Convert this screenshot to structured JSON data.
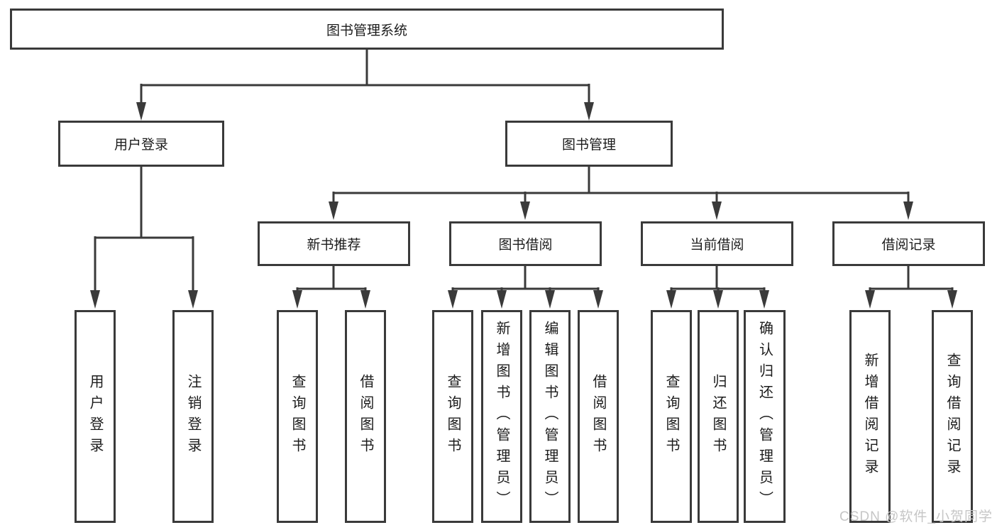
{
  "diagram": {
    "root": {
      "label": "图书管理系统"
    },
    "level2": [
      {
        "label": "用户登录"
      },
      {
        "label": "图书管理"
      }
    ],
    "level3": [
      {
        "label": "新书推荐"
      },
      {
        "label": "图书借阅"
      },
      {
        "label": "当前借阅"
      },
      {
        "label": "借阅记录"
      }
    ],
    "leaves": {
      "login": [
        "用户登录",
        "注销登录"
      ],
      "newbook": [
        "查询图书",
        "借阅图书"
      ],
      "borrow": [
        "查询图书",
        "新增图书（管理员）",
        "编辑图书（管理员）",
        "借阅图书"
      ],
      "current": [
        "查询图书",
        "归还图书",
        "确认归还（管理员）"
      ],
      "records": [
        "新增借阅记录",
        "查询借阅记录"
      ]
    }
  },
  "watermark": "CSDN @软件_小贺同学",
  "colors": {
    "line": "#3a3a3a",
    "text": "#1c1c1c",
    "watermark": "#c6c6c6",
    "background": "#ffffff"
  }
}
